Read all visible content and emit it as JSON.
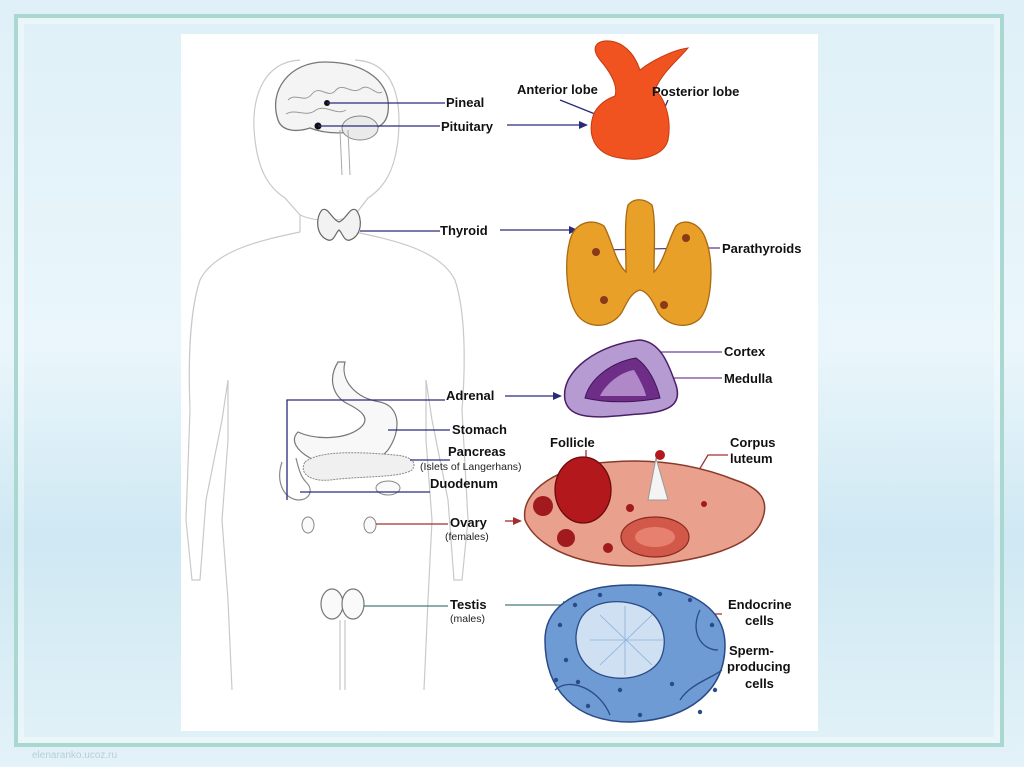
{
  "labels": {
    "pineal": "Pineal",
    "pituitary": "Pituitary",
    "anterior_lobe": "Anterior lobe",
    "posterior_lobe": "Posterior lobe",
    "thyroid": "Thyroid",
    "parathyroids": "Parathyroids",
    "cortex": "Cortex",
    "medulla": "Medulla",
    "adrenal": "Adrenal",
    "stomach": "Stomach",
    "pancreas": "Pancreas",
    "islets": "(Islets of Langerhans)",
    "duodenum": "Duodenum",
    "follicle": "Follicle",
    "corpus": "Corpus",
    "luteum": "luteum",
    "ovary": "Ovary",
    "females": "(females)",
    "testis": "Testis",
    "males": "(males)",
    "endocrine_1": "Endocrine",
    "endocrine_2": "cells",
    "sperm_1": "Sperm-",
    "sperm_2": "producing",
    "sperm_3": "cells"
  },
  "watermark": "elenaranko.ucoz.ru",
  "colors": {
    "pituitary": "#f0531f",
    "thyroid": "#e8a028",
    "adrenal_outer": "#b69ad2",
    "adrenal_inner": "#6e2e88",
    "ovary": "#e9a18e",
    "follicle": "#b3181c",
    "testis": "#6e9bd4"
  }
}
